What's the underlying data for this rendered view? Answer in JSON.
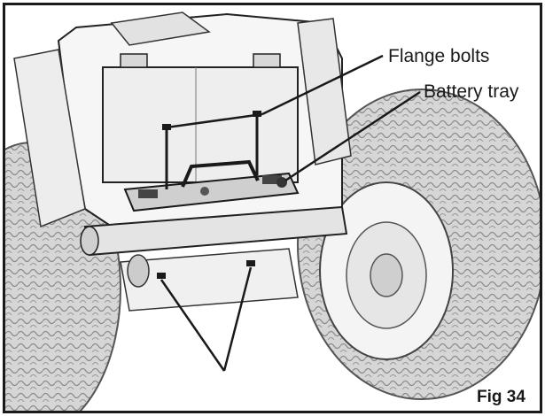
{
  "figure": {
    "callouts": {
      "flange_bolts": "Flange bolts",
      "battery_tray": "Battery tray"
    },
    "figure_label": "Fig 34"
  },
  "colors": {
    "line": "#1a1a1a",
    "shade": "#cfcfcf",
    "light_shade": "#e8e8e8",
    "tire": "#bdbdbd"
  },
  "icons": [
    "flange-bolt-icon",
    "battery-tray-icon",
    "wheel-icon",
    "axle-icon",
    "callout-arrow-icon"
  ]
}
